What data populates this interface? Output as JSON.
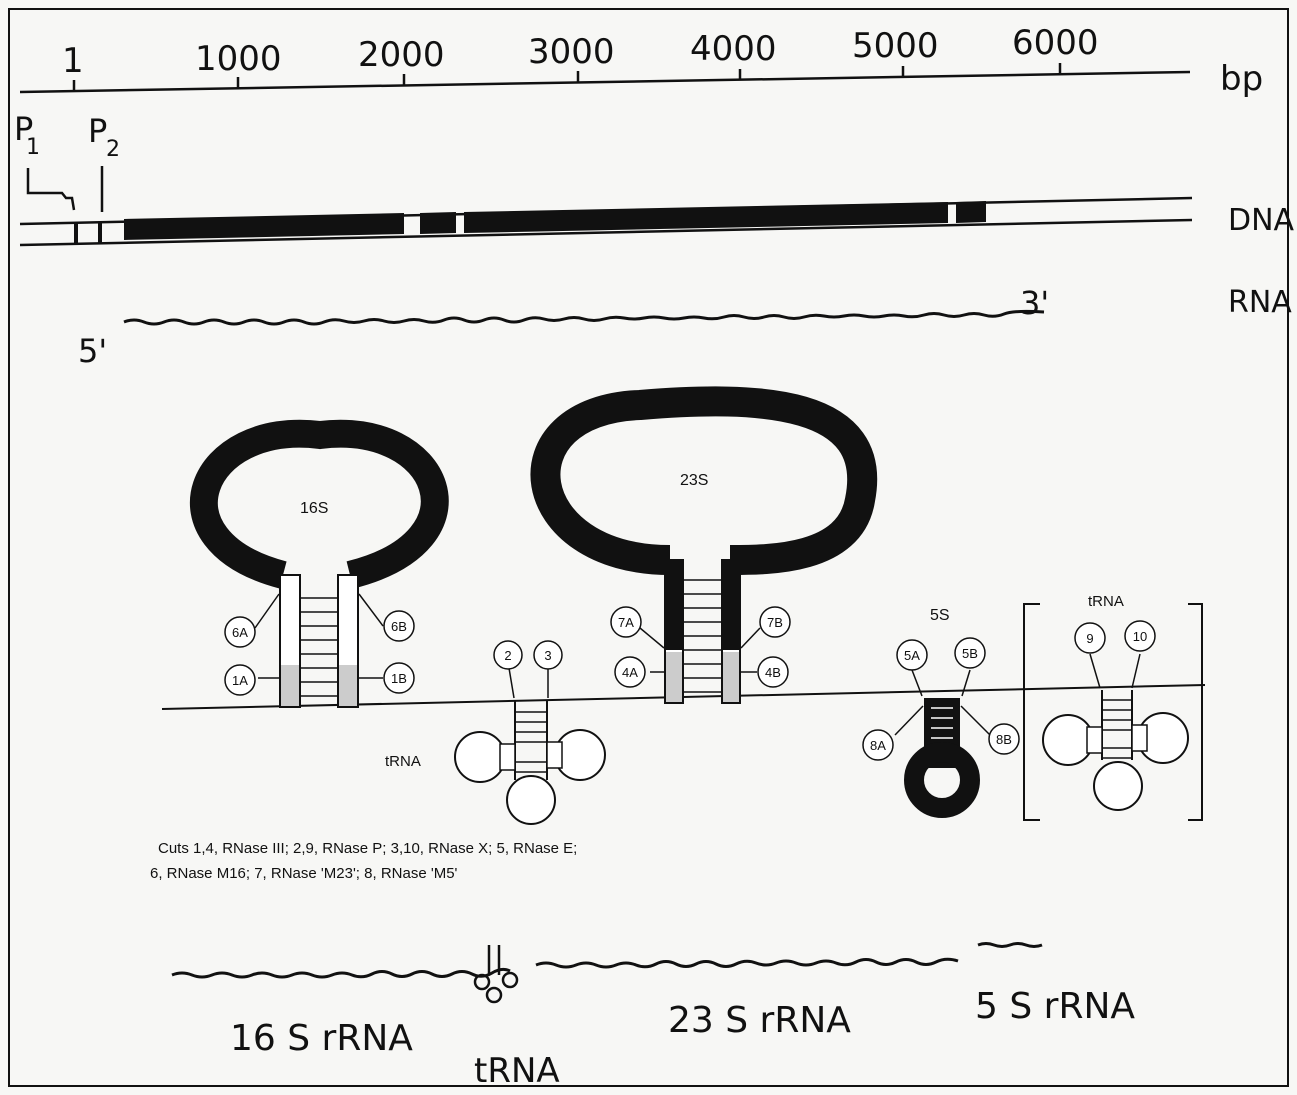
{
  "scale": {
    "ticks": [
      "1",
      "1000",
      "2000",
      "3000",
      "4000",
      "5000",
      "6000"
    ],
    "unit": "bp"
  },
  "promoters": {
    "p1": "P",
    "p1_sub": "1",
    "p2": "P",
    "p2_sub": "2"
  },
  "tracks": {
    "dna": "DNA",
    "rna": "RNA"
  },
  "transcript": {
    "five_prime": "5'",
    "three_prime": "3'"
  },
  "precursor": {
    "labels": {
      "s16": "16S",
      "s23": "23S",
      "s5": "5S",
      "trna_spacer": "tRNA",
      "trna_distal": "tRNA"
    },
    "cuts": [
      "6A",
      "6B",
      "1A",
      "1B",
      "2",
      "3",
      "7A",
      "7B",
      "4A",
      "4B",
      "5A",
      "5B",
      "8A",
      "8B",
      "9",
      "10"
    ]
  },
  "caption": {
    "line1": "Cuts 1,4, RNase III; 2,9, RNase P; 3,10, RNase X; 5, RNase E;",
    "line2": "6, RNase M16; 7, RNase 'M23'; 8, RNase 'M5'"
  },
  "products": {
    "r16": "16 S rRNA",
    "trna": "tRNA",
    "r23": "23 S rRNA",
    "r5": "5 S rRNA"
  },
  "colors": {
    "ink": "#111111",
    "paper": "#f7f7f5"
  }
}
